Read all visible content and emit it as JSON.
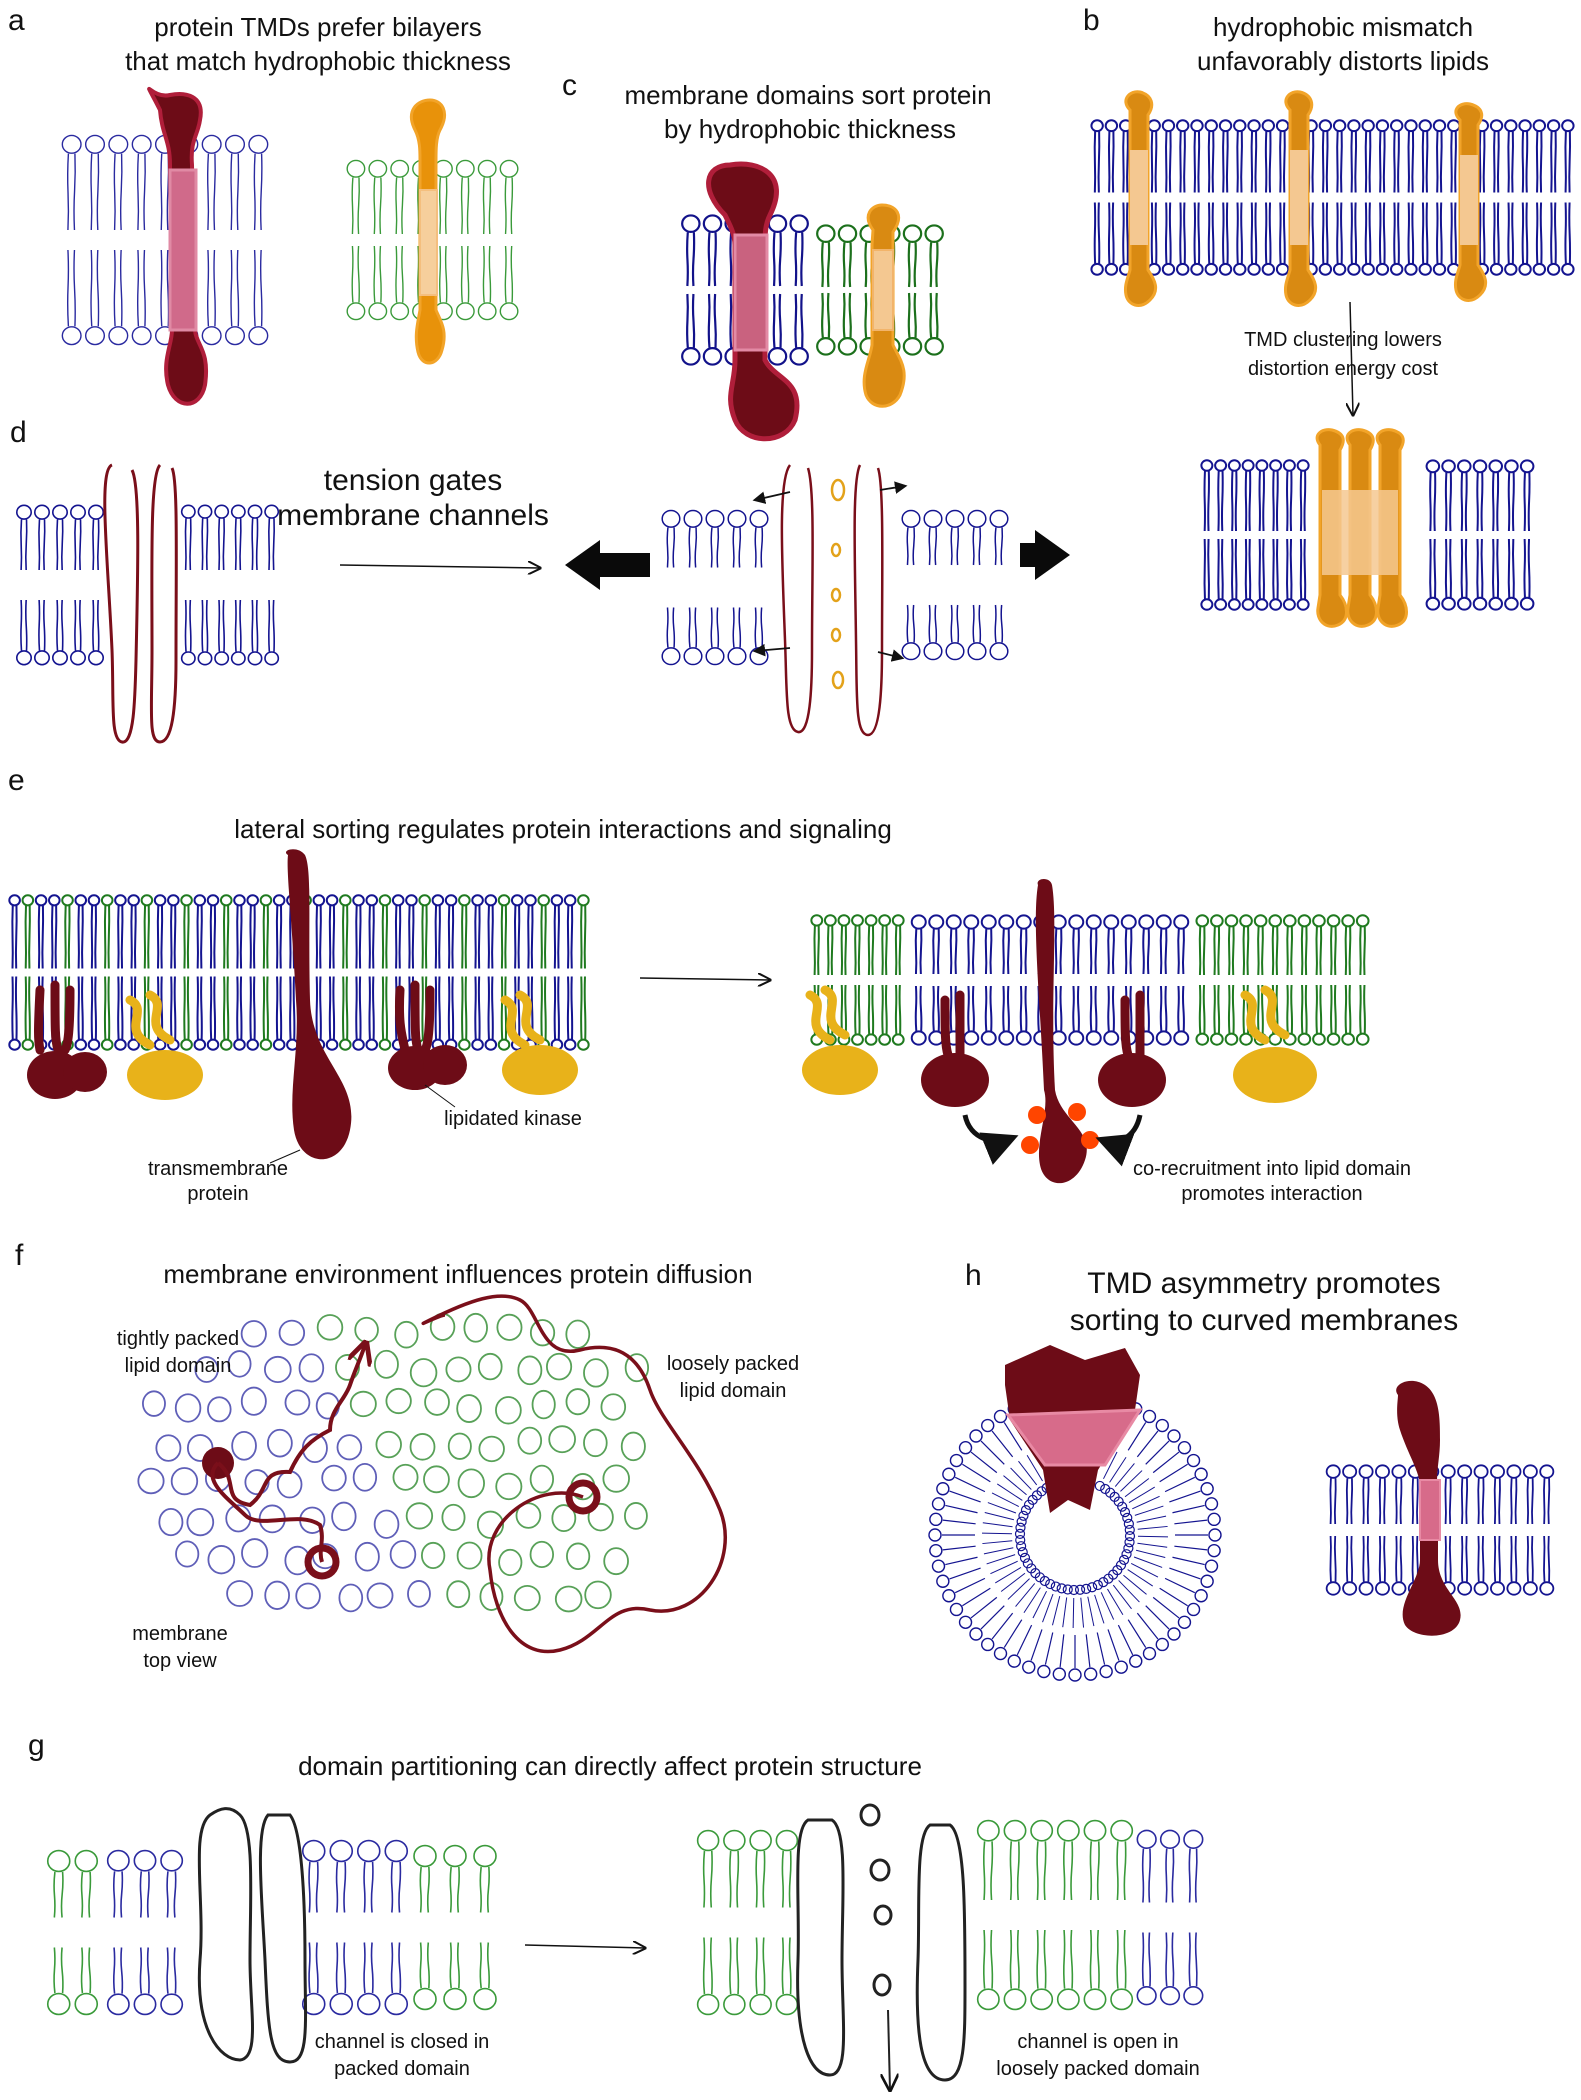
{
  "figure": {
    "panels": {
      "a": {
        "label": "a",
        "title_line1": "protein TMDs prefer bilayers",
        "title_line2": "that match hydrophobic thickness"
      },
      "b": {
        "label": "b",
        "title_line1": "hydrophobic mismatch",
        "title_line2": "unfavorably distorts lipids",
        "note_line1": "TMD clustering lowers",
        "note_line2": "distortion energy cost"
      },
      "c": {
        "label": "c",
        "title_line1": "membrane domains sort protein",
        "title_line2": "by hydrophobic thickness"
      },
      "d": {
        "label": "d",
        "title_line1": "tension gates",
        "title_line2": "membrane channels"
      },
      "e": {
        "label": "e",
        "title": "lateral sorting regulates protein interactions and signaling",
        "kinase_label": "lipidated kinase",
        "tm_line1": "transmembrane",
        "tm_line2": "protein",
        "corecruit_line1": "co-recruitment into lipid domain",
        "corecruit_line2": "promotes interaction"
      },
      "f": {
        "label": "f",
        "title": "membrane environment influences protein diffusion",
        "tight_line1": "tightly packed",
        "tight_line2": "lipid domain",
        "loose_line1": "loosely packed",
        "loose_line2": "lipid domain",
        "top_line1": "membrane",
        "top_line2": "top view"
      },
      "g": {
        "label": "g",
        "title": "domain partitioning can directly affect protein structure",
        "closed_line1": "channel is closed in",
        "closed_line2": "packed domain",
        "open_line1": "channel is open in",
        "open_line2": "loosely packed domain"
      },
      "h": {
        "label": "h",
        "title_line1": "TMD asymmetry promotes",
        "title_line2": "sorting to curved membranes"
      }
    },
    "colors": {
      "lipid_blue": "#1a1a8c",
      "lipid_green": "#1f7a1f",
      "protein_red": "#7a0f1a",
      "protein_pink": "#d76b8a",
      "protein_orange": "#e8920a",
      "protein_light": "#f4c891",
      "kinase_yellow": "#e8b21a",
      "dot_orange": "#ff4500"
    }
  }
}
